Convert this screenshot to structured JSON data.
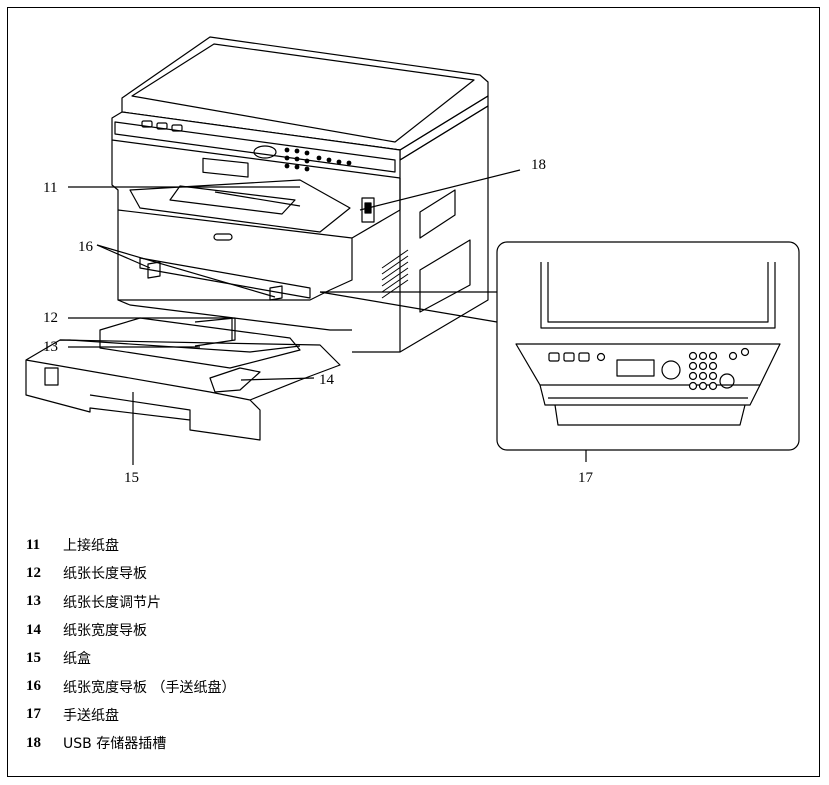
{
  "callouts": {
    "c11": "11",
    "c12": "12",
    "c13": "13",
    "c14": "14",
    "c15": "15",
    "c16": "16",
    "c17": "17",
    "c18": "18"
  },
  "legend": [
    {
      "num": "11",
      "text": "上接纸盘"
    },
    {
      "num": "12",
      "text": "纸张长度导板"
    },
    {
      "num": "13",
      "text": "纸张长度调节片"
    },
    {
      "num": "14",
      "text": "纸张宽度导板"
    },
    {
      "num": "15",
      "text": "纸盒"
    },
    {
      "num": "16",
      "text": "纸张宽度导板 （手送纸盘）"
    },
    {
      "num": "17",
      "text": "手送纸盘"
    },
    {
      "num": "18",
      "text": "USB 存储器插槽"
    }
  ]
}
